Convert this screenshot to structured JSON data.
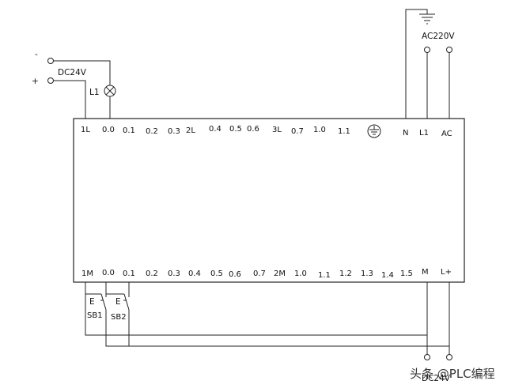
{
  "power_in": {
    "dc_label": "DC24V",
    "minus": "-",
    "plus": "+",
    "lamp_label": "L1",
    "ac_label": "AC220V",
    "dc_out_label": "DC24V"
  },
  "top_terminals": [
    "1L",
    "0.0",
    "0.1",
    "0.2",
    "0.3",
    "2L",
    "0.4",
    "0.5",
    "0.6",
    "3L",
    "0.7",
    "1.0",
    "1.1",
    "N",
    "L1",
    "AC"
  ],
  "bottom_terminals": [
    "1M",
    "0.0",
    "0.1",
    "0.2",
    "0.3",
    "0.4",
    "0.5",
    "0.6",
    "0.7",
    "2M",
    "1.0",
    "1.1",
    "1.2",
    "1.3",
    "1.4",
    "1.5",
    "M",
    "L+"
  ],
  "switches": {
    "sb1": "SB1",
    "sb2": "SB2",
    "switch_glyph": "E"
  },
  "icons": {
    "ground": "ground-icon",
    "lamp": "lamp-icon",
    "terminal": "terminal-circle"
  },
  "watermark": "头条 @PLC编程"
}
